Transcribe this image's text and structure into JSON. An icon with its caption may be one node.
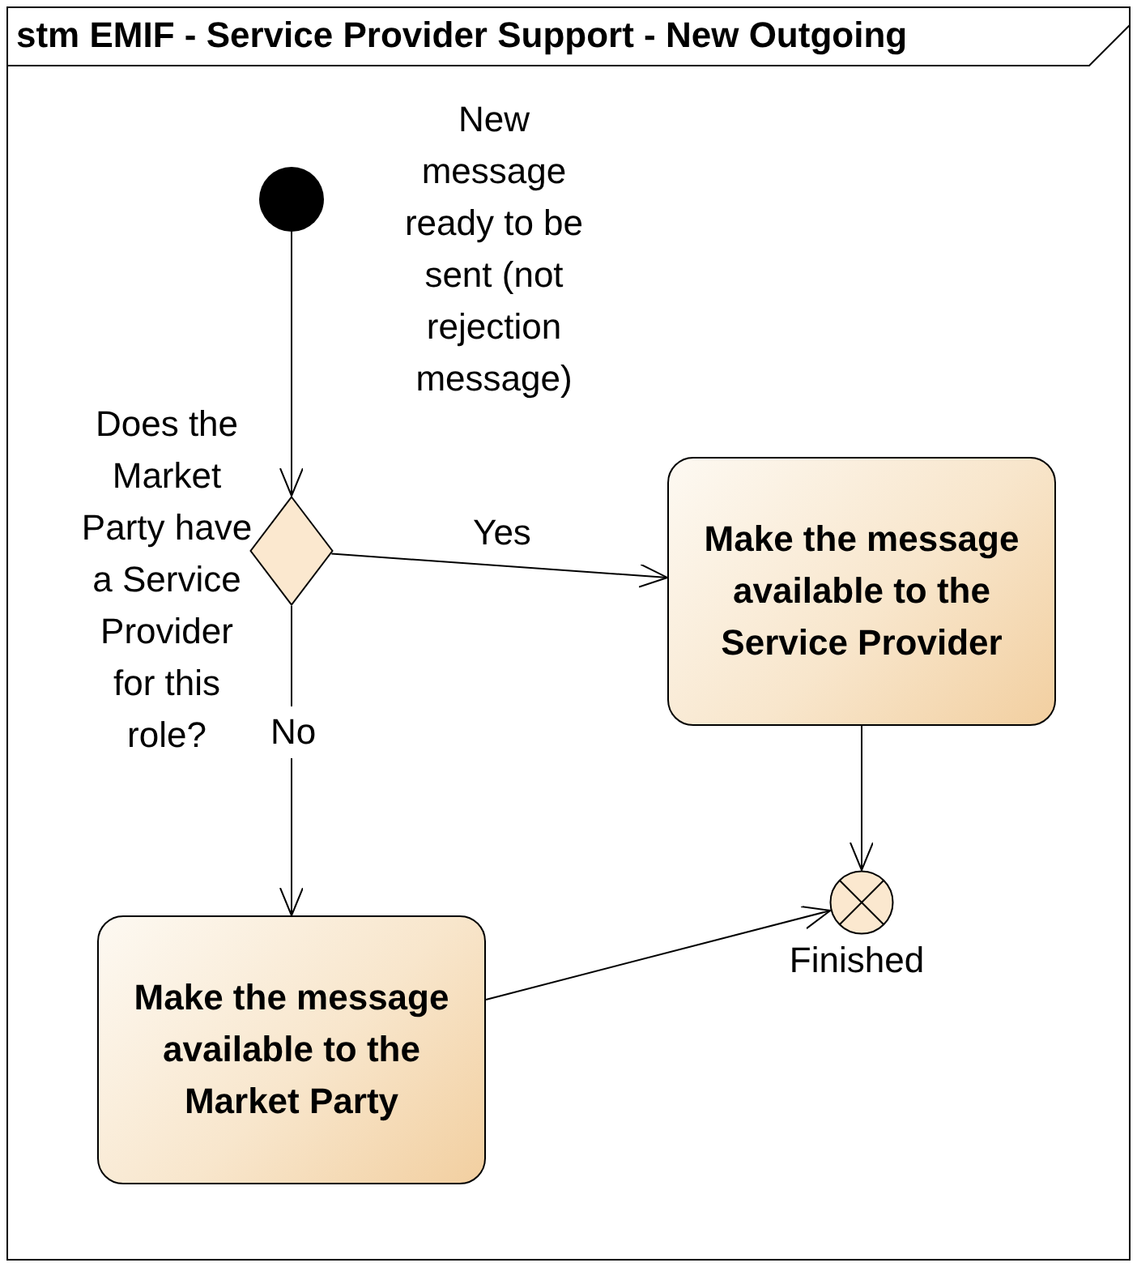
{
  "diagram": {
    "title": "stm EMIF - Service Provider Support - New Outgoing",
    "nodes": [
      {
        "text": [],
        "shape": "circle"
      },
      {
        "text": [],
        "shape": "diamond",
        "beside": [
          "Does the Market Party have a Service Provider for this role?"
        ]
      },
      {
        "text": [
          "Make the message available to the Service Provider"
        ]
      },
      {
        "text": [
          "Make the message available to the Market Party"
        ]
      },
      {
        "text": [],
        "shape": "circle",
        "beside": [
          "Finished"
        ]
      }
    ],
    "edges": [
      {
        "from": 0,
        "to": 1,
        "arrow": "to",
        "label": "New message ready to be sent (not rejection message)"
      },
      {
        "from": 1,
        "to": 2,
        "arrow": "to",
        "label": "Yes"
      },
      {
        "from": 1,
        "to": 3,
        "arrow": "to",
        "label": "No"
      },
      {
        "from": 2,
        "to": 4,
        "arrow": "to"
      },
      {
        "from": 3,
        "to": 4,
        "arrow": "to"
      }
    ]
  }
}
